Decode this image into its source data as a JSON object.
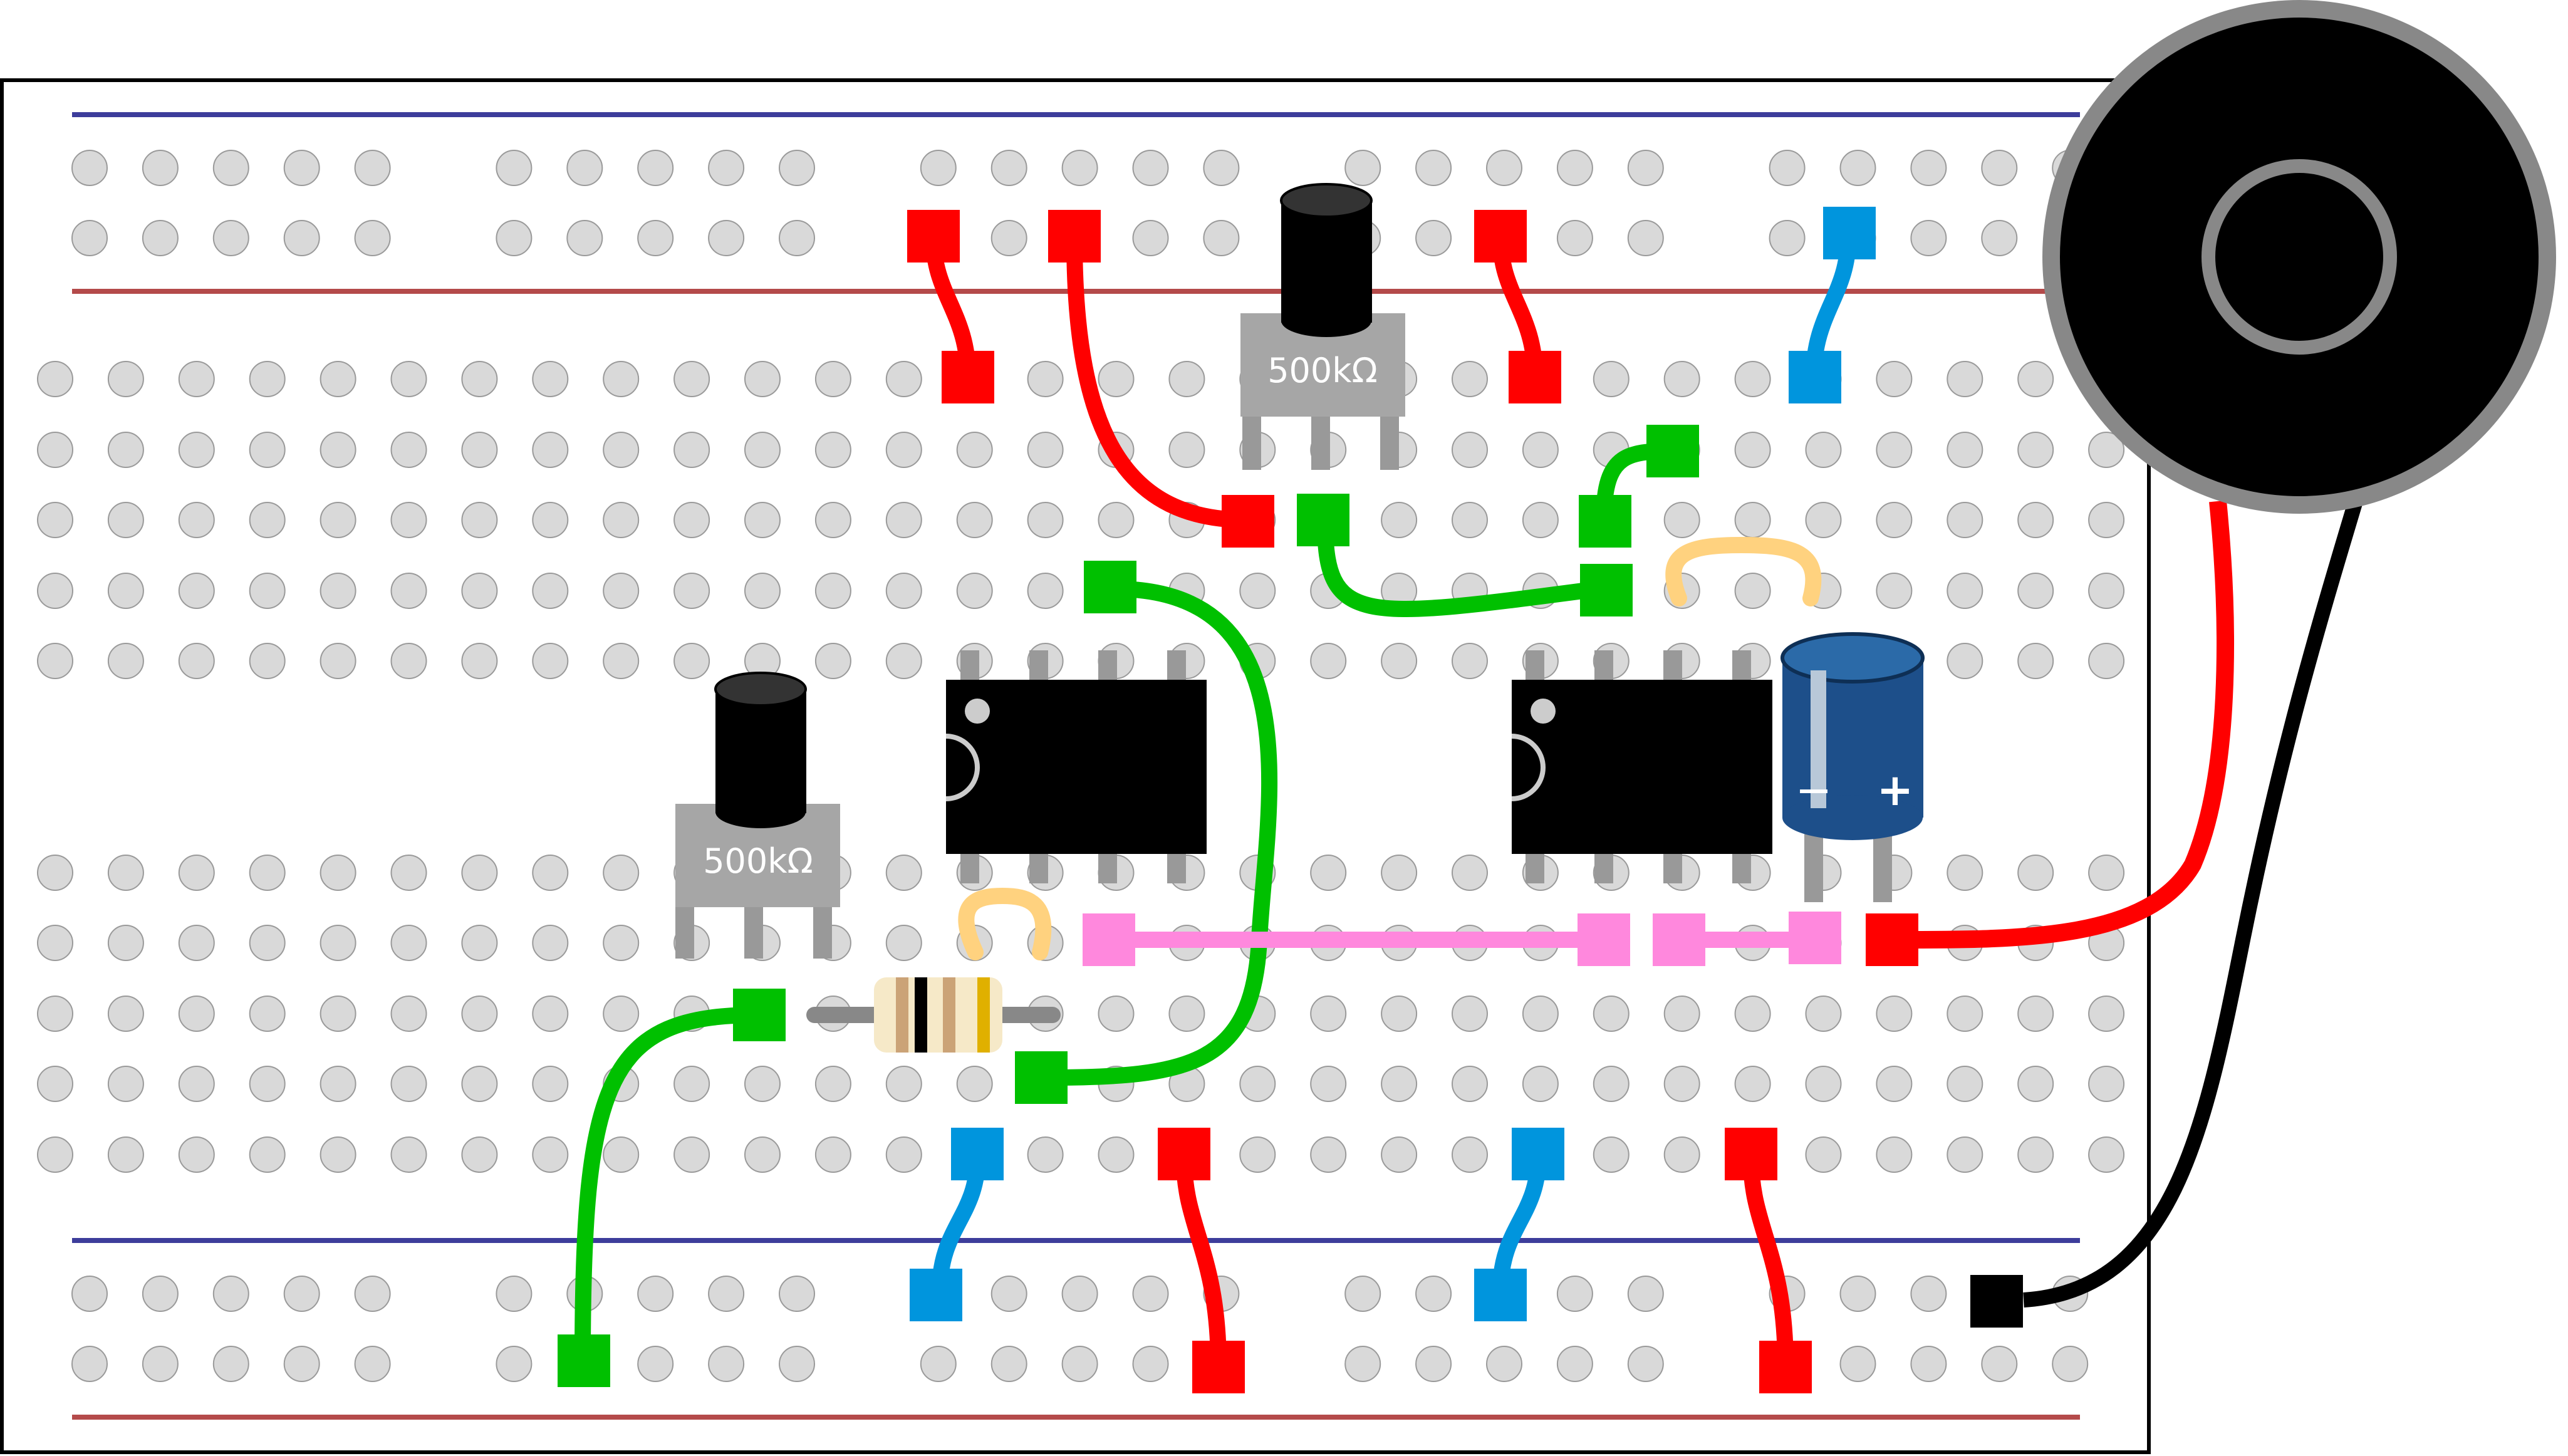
{
  "diagram": {
    "kind": "breadboard-circuit",
    "colors": {
      "board_border": "#000000",
      "hole": "#d9d9d9",
      "rail_blue": "#3d3d9b",
      "rail_red": "#b44a4a",
      "wire_red": "#ff0000",
      "wire_blue": "#0095dd",
      "wire_green": "#00c000",
      "wire_pink": "#ff88dd",
      "wire_black": "#000000",
      "jumper_tan": "#ffd27f",
      "ic_body": "#000000",
      "pot_body": "#a6a6a6",
      "capacitor_body": "#1d4f8a",
      "speaker_body": "#000000",
      "speaker_ring": "#888888"
    },
    "potentiometers": [
      {
        "label": "500kΩ"
      },
      {
        "label": "500kΩ"
      }
    ],
    "capacitor": {
      "minus_sign": "−",
      "plus_sign": "+"
    },
    "resistor": {
      "bands": [
        "#cba377",
        "#000000",
        "#cba377",
        "#e0b000"
      ]
    },
    "ics": [
      {
        "pins": 8
      },
      {
        "pins": 8
      }
    ],
    "speaker": {
      "leads": [
        "red",
        "black"
      ]
    }
  }
}
